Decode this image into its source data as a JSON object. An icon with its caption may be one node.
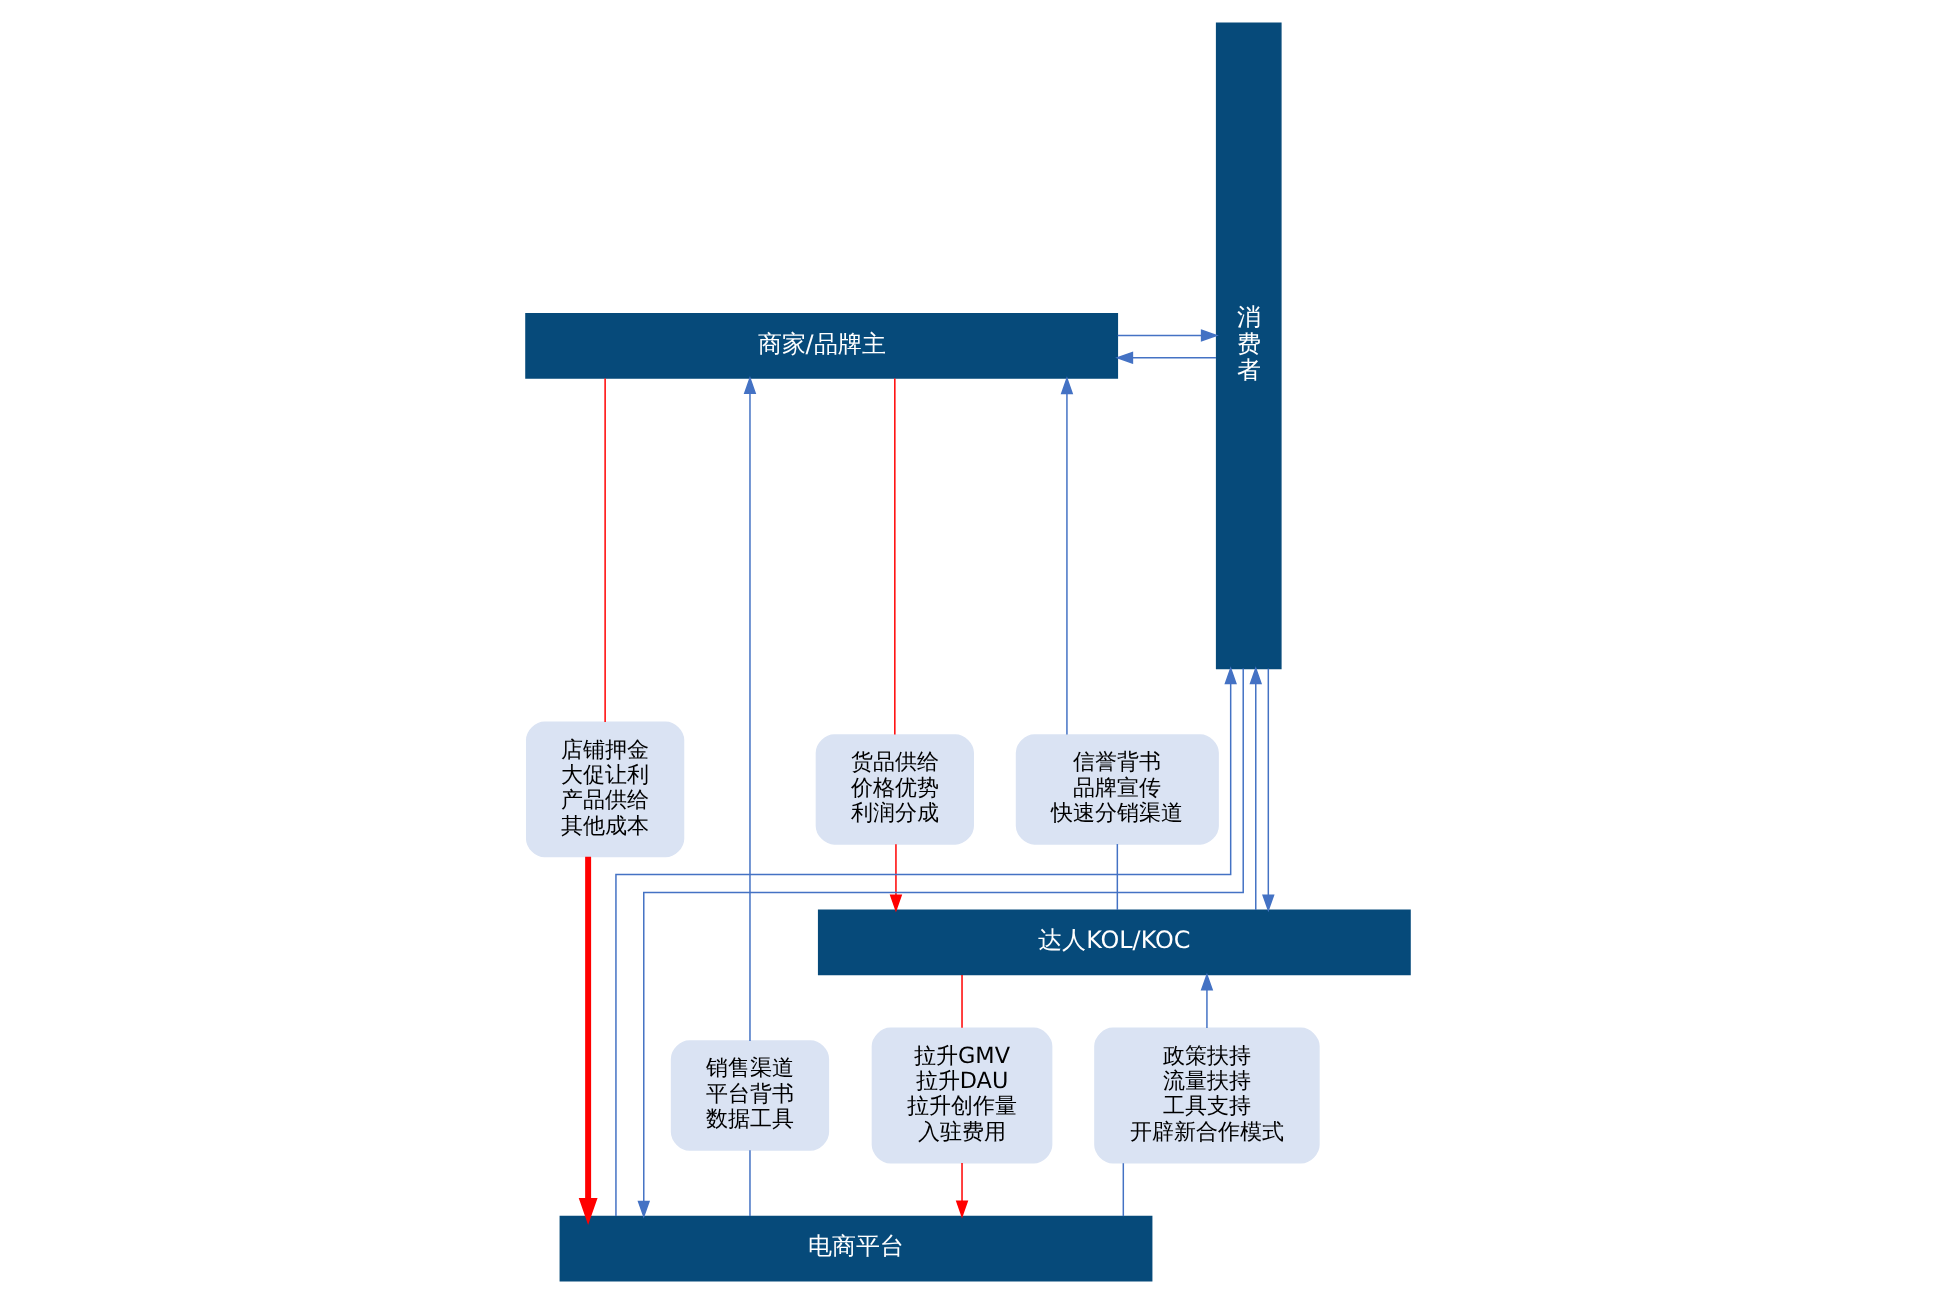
{
  "diagram": {
    "nodes": [
      {
        "text": [
          "商家/品牌主"
        ]
      },
      {
        "text": [
          "货品供给",
          "价格优势",
          "利润分成"
        ]
      },
      {
        "text": [
          "信誉背书",
          "品牌宣传",
          "快速分销渠道"
        ]
      },
      {
        "text": [
          "店铺押金",
          "大促让利",
          "产品供给",
          "其他成本"
        ]
      },
      {
        "text": [
          "达人KOL/KOC"
        ]
      },
      {
        "text": [
          "拉升GMV",
          "拉升DAU",
          "拉升创作量",
          "入驻费用"
        ]
      },
      {
        "text": [
          "政策扶持",
          "流量扶持",
          "工具支持",
          "开辟新合作模式"
        ]
      },
      {
        "text": [
          "销售渠道",
          "平台背书",
          "数据工具"
        ]
      },
      {
        "text": [
          "电商平台"
        ]
      },
      {
        "text": [
          "消费者"
        ]
      }
    ],
    "edges": [
      {
        "from": 0,
        "to": 1,
        "arrow": "none",
        "color": "#ff0000"
      },
      {
        "from": 1,
        "to": 4,
        "arrow": "to",
        "color": "#ff0000"
      },
      {
        "from": 4,
        "to": 2,
        "arrow": "none"
      },
      {
        "from": 2,
        "to": 0,
        "arrow": "to"
      },
      {
        "from": 0,
        "to": 3,
        "arrow": "none",
        "color": "#ff0000"
      },
      {
        "from": 3,
        "to": 8,
        "arrow": "to",
        "color": "#ff0000",
        "style": "thick"
      },
      {
        "from": 4,
        "to": 5,
        "arrow": "none",
        "color": "#ff0000"
      },
      {
        "from": 5,
        "to": 8,
        "arrow": "to",
        "color": "#ff0000"
      },
      {
        "from": 8,
        "to": 6,
        "arrow": "none"
      },
      {
        "from": 6,
        "to": 4,
        "arrow": "to"
      },
      {
        "from": 8,
        "to": 7,
        "arrow": "none"
      },
      {
        "from": 7,
        "to": 0,
        "arrow": "to"
      },
      {
        "from": 0,
        "to": 9,
        "arrow": "to"
      },
      {
        "from": 9,
        "to": 0,
        "arrow": "to"
      },
      {
        "from": 4,
        "to": 9,
        "arrow": "to"
      },
      {
        "from": 9,
        "to": 4,
        "arrow": "to"
      },
      {
        "from": 8,
        "to": 9,
        "arrow": "to"
      },
      {
        "from": 9,
        "to": 8,
        "arrow": "to"
      }
    ]
  }
}
